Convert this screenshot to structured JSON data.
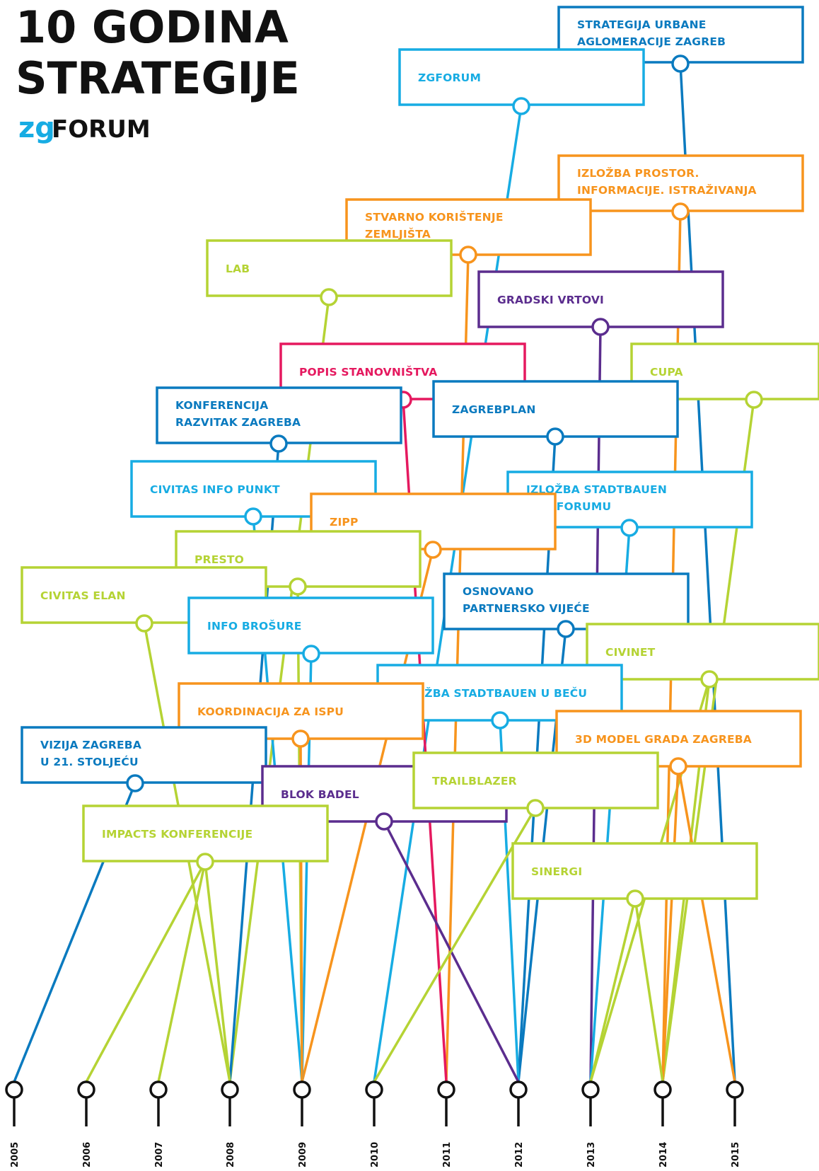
{
  "header": {
    "title_line1": "10 GODINA",
    "title_line2": "STRATEGIJE",
    "logo_zg": "zg",
    "logo_forum": "FORUM"
  },
  "colors": {
    "dark_blue": "#0a7abf",
    "light_blue": "#17ace3",
    "orange": "#f7941d",
    "lime": "#b5d334",
    "purple": "#5b2d8e",
    "magenta": "#e5195f",
    "black": "#111111"
  },
  "years": [
    "2005",
    "2006",
    "2007",
    "2008",
    "2009",
    "2010",
    "2011",
    "2012",
    "2013",
    "2014",
    "2015"
  ],
  "events": [
    {
      "id": "strategija",
      "lines": [
        "STRATEGIJA URBANE",
        "AGLOMERACIJE ZAGREB"
      ],
      "color": "dark_blue",
      "years": [
        "2015"
      ]
    },
    {
      "id": "zgforum",
      "lines": [
        "ZGFORUM"
      ],
      "color": "light_blue",
      "years": [
        "2010"
      ]
    },
    {
      "id": "izlozba-prostor",
      "lines": [
        "IZLOŽBA PROSTOR.",
        "INFORMACIJE. ISTRAŽIVANJA"
      ],
      "color": "orange",
      "years": [
        "2014"
      ]
    },
    {
      "id": "stvarno",
      "lines": [
        "STVARNO KORIŠTENJE",
        "ZEMLJIŠTA"
      ],
      "color": "orange",
      "years": [
        "2011"
      ]
    },
    {
      "id": "lab",
      "lines": [
        "LAB"
      ],
      "color": "lime",
      "years": [
        "2008"
      ]
    },
    {
      "id": "gradski-vrtovi",
      "lines": [
        "GRADSKI VRTOVI"
      ],
      "color": "purple",
      "years": [
        "2013"
      ]
    },
    {
      "id": "popis",
      "lines": [
        "POPIS STANOVNIŠTVA"
      ],
      "color": "magenta",
      "years": [
        "2011"
      ]
    },
    {
      "id": "cupa",
      "lines": [
        "CUPA"
      ],
      "color": "lime",
      "years": [
        "2014"
      ]
    },
    {
      "id": "konferencija",
      "lines": [
        "KONFERENCIJA",
        "RAZVITAK ZAGREBA"
      ],
      "color": "dark_blue",
      "years": [
        "2008"
      ]
    },
    {
      "id": "zagrebplan",
      "lines": [
        "ZAGREBPLAN"
      ],
      "color": "dark_blue",
      "years": [
        "2012"
      ]
    },
    {
      "id": "civitas-info",
      "lines": [
        "CIVITAS INFO PUNKT"
      ],
      "color": "light_blue",
      "years": [
        "2009"
      ]
    },
    {
      "id": "izlozba-zgforumu",
      "lines": [
        "IZLOŽBA STADTBAUEN",
        "U ZGFORUMU"
      ],
      "color": "light_blue",
      "years": [
        "2013"
      ]
    },
    {
      "id": "zipp",
      "lines": [
        "ZIPP"
      ],
      "color": "orange",
      "years": [
        "2009"
      ]
    },
    {
      "id": "presto",
      "lines": [
        "PRESTO"
      ],
      "color": "lime",
      "years": [
        "2009"
      ]
    },
    {
      "id": "civitas-elan",
      "lines": [
        "CIVITAS ELAN"
      ],
      "color": "lime",
      "years": [
        "2008"
      ]
    },
    {
      "id": "osnovano",
      "lines": [
        "OSNOVANO",
        "PARTNERSKO VIJEĆE"
      ],
      "color": "dark_blue",
      "years": [
        "2012"
      ]
    },
    {
      "id": "info-brosure",
      "lines": [
        "INFO BROŠURE"
      ],
      "color": "light_blue",
      "years": [
        "2009"
      ]
    },
    {
      "id": "civinet",
      "lines": [
        "CIVINET"
      ],
      "color": "lime",
      "years": [
        "2013",
        "2014"
      ]
    },
    {
      "id": "izlozba-becu",
      "lines": [
        "IZLOŽBA STADTBAUEN U BEČU"
      ],
      "color": "light_blue",
      "years": [
        "2012"
      ]
    },
    {
      "id": "koordinacija",
      "lines": [
        "KOORDINACIJA ZA ISPU"
      ],
      "color": "orange",
      "years": [
        "2009"
      ]
    },
    {
      "id": "3d-model",
      "lines": [
        "3D MODEL GRADA ZAGREBA"
      ],
      "color": "orange",
      "years": [
        "2014",
        "2015"
      ]
    },
    {
      "id": "vizija",
      "lines": [
        "VIZIJA ZAGREBA",
        "U 21. STOLJEĆU"
      ],
      "color": "dark_blue",
      "years": [
        "2005"
      ]
    },
    {
      "id": "blok-badel",
      "lines": [
        "BLOK BADEL"
      ],
      "color": "purple",
      "years": [
        "2012"
      ]
    },
    {
      "id": "trailblazer",
      "lines": [
        "TRAILBLAZER"
      ],
      "color": "lime",
      "years": [
        "2010"
      ]
    },
    {
      "id": "impacts",
      "lines": [
        "IMPACTS KONFERENCIJE"
      ],
      "color": "lime",
      "years": [
        "2006",
        "2007",
        "2008"
      ]
    },
    {
      "id": "sinergi",
      "lines": [
        "SINERGI"
      ],
      "color": "lime",
      "years": [
        "2013",
        "2014"
      ]
    }
  ]
}
